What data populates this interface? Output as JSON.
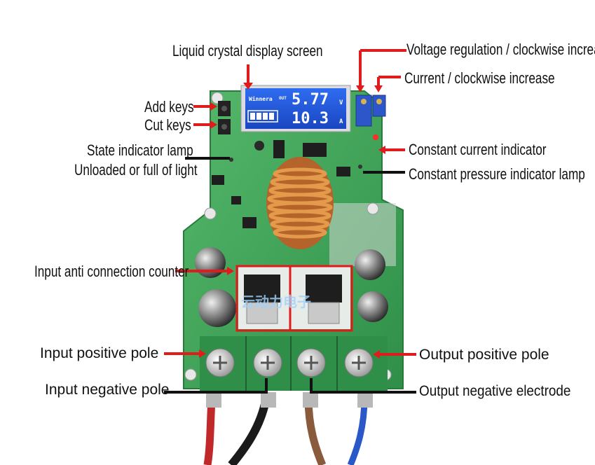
{
  "labels": {
    "lcd_screen": "Liquid crystal display screen",
    "voltage_regulation": "Voltage regulation / clockwise increase",
    "current": "Current / clockwise increase",
    "add_keys": "Add keys",
    "cut_keys": "Cut keys",
    "state_indicator": "State indicator lamp",
    "unloaded": "Unloaded or full of light",
    "constant_current": "Constant current indicator",
    "constant_pressure": "Constant pressure indicator lamp",
    "anti_connection": "Input anti connection counter",
    "input_positive": "Input positive pole",
    "input_negative": "Input negative pole",
    "output_positive": "Output positive pole",
    "output_negative": "Output negative electrode"
  },
  "lcd": {
    "brand": "Winnera",
    "out_label": "OUT",
    "voltage": "5.77",
    "voltage_unit": "V",
    "current": "10.3",
    "current_unit": "A"
  },
  "watermark": "云动力电子",
  "colors": {
    "pcb": "#3fa85a",
    "arrow_red": "#e01b1b",
    "line_black": "#111111",
    "lcd_blue": "#1f56d8",
    "copper": "#c87a2e",
    "wire_red": "#c0282a",
    "wire_black": "#1a1a1a",
    "wire_brown": "#8a5a3c",
    "wire_blue": "#2a58c9"
  }
}
